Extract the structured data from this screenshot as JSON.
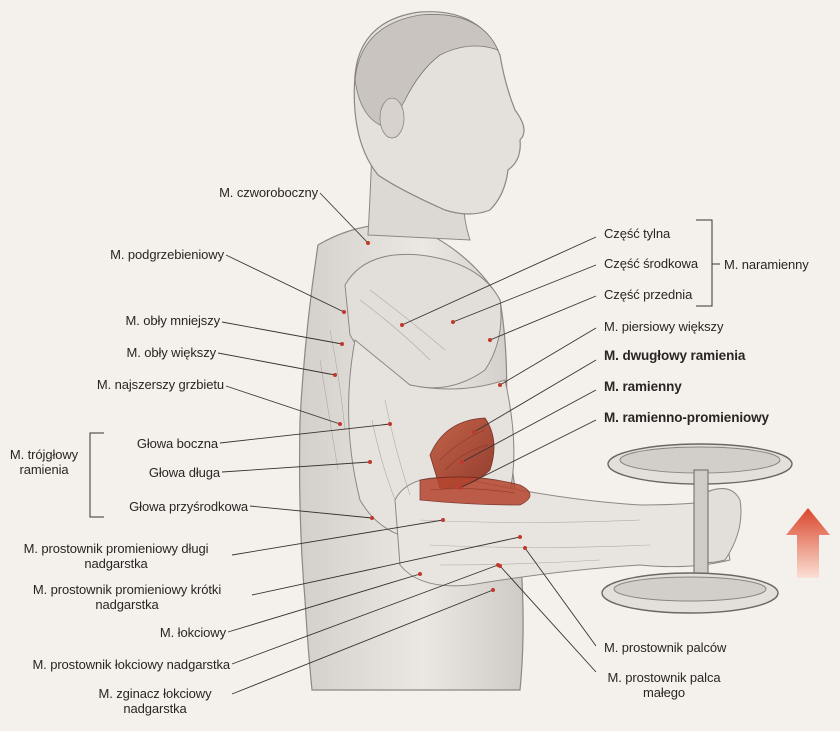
{
  "labels": {
    "trapezius": "M. czworoboczny",
    "infraspinatus": "M. podgrzebieniowy",
    "teres_minor": "M. obły mniejszy",
    "teres_major": "M. obły większy",
    "latissimus": "M. najszerszy grzbietu",
    "triceps_group_line1": "M. trójgłowy",
    "triceps_group_line2": "ramienia",
    "lateral_head": "Głowa boczna",
    "long_head": "Głowa długa",
    "medial_head": "Głowa przyśrodkowa",
    "ecr_longus_line1": "M. prostownik promieniowy długi",
    "ecr_longus_line2": "nadgarstka",
    "ecr_brevis_line1": "M. prostownik promieniowy krótki",
    "ecr_brevis_line2": "nadgarstka",
    "anconeus": "M. łokciowy",
    "ecu": "M. prostownik łokciowy nadgarstka",
    "fcu_line1": "M. zginacz łokciowy",
    "fcu_line2": "nadgarstka",
    "deltoid_posterior": "Część tylna",
    "deltoid_middle": "Część środkowa",
    "deltoid_anterior": "Część przednia",
    "deltoid_group": "M. naramienny",
    "pec_major": "M. piersiowy większy",
    "biceps": "M. dwugłowy ramienia",
    "brachialis": "M. ramienny",
    "brachioradialis": "M. ramienno-promieniowy",
    "ext_digitorum": "M. prostownik palców",
    "ext_digiti_min_line1": "M. prostownik palca",
    "ext_digiti_min_line2": "małego"
  },
  "colors": {
    "line": "#3a3330",
    "dot": "#c0392b",
    "highlight_muscle": "#b5452e",
    "arrow_top": "#d9462c",
    "arrow_bottom": "#fbe0d4"
  },
  "icons": {
    "arrow": "up-arrow-icon",
    "dumbbell": "dumbbell-icon"
  }
}
